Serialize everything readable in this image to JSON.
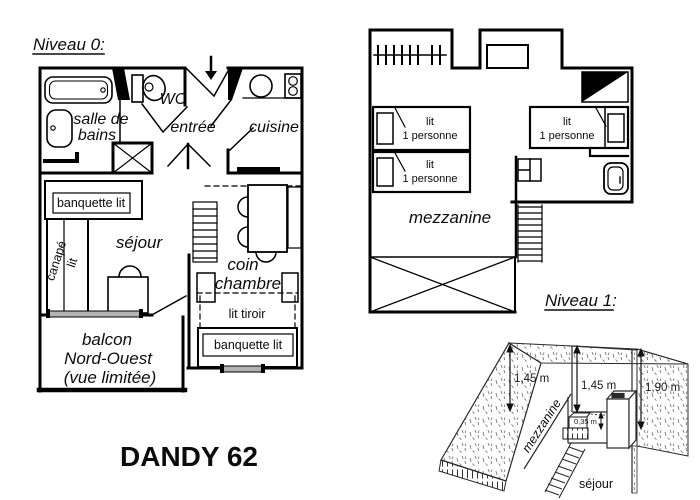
{
  "title": "DANDY 62",
  "level0": {
    "heading": "Niveau 0:",
    "rooms": {
      "salle_de_bains": [
        "salle de",
        "bains"
      ],
      "wc": "WC",
      "entree": "entrée",
      "cuisine": "cuisine",
      "sejour": "séjour",
      "coin_chambre": [
        "coin",
        "chambre"
      ],
      "balcon": [
        "balcon",
        "Nord-Ouest",
        "(vue limitée)"
      ]
    },
    "furniture": {
      "banquette_sejour": "banquette lit",
      "canape": [
        "canapé",
        "lit"
      ],
      "lit_tiroir": "lit tiroir",
      "banquette_chambre": "banquette lit"
    }
  },
  "level1": {
    "heading": "Niveau 1:",
    "room": "mezzanine",
    "bed": [
      "lit",
      "1 personne"
    ]
  },
  "section": {
    "roof_height": "1,45 m",
    "mezz_height": "1,45 m",
    "sejour_height": "1,90 m",
    "step_height": "0,35 m",
    "mezzanine": "mezzanine",
    "sejour": "séjour"
  }
}
